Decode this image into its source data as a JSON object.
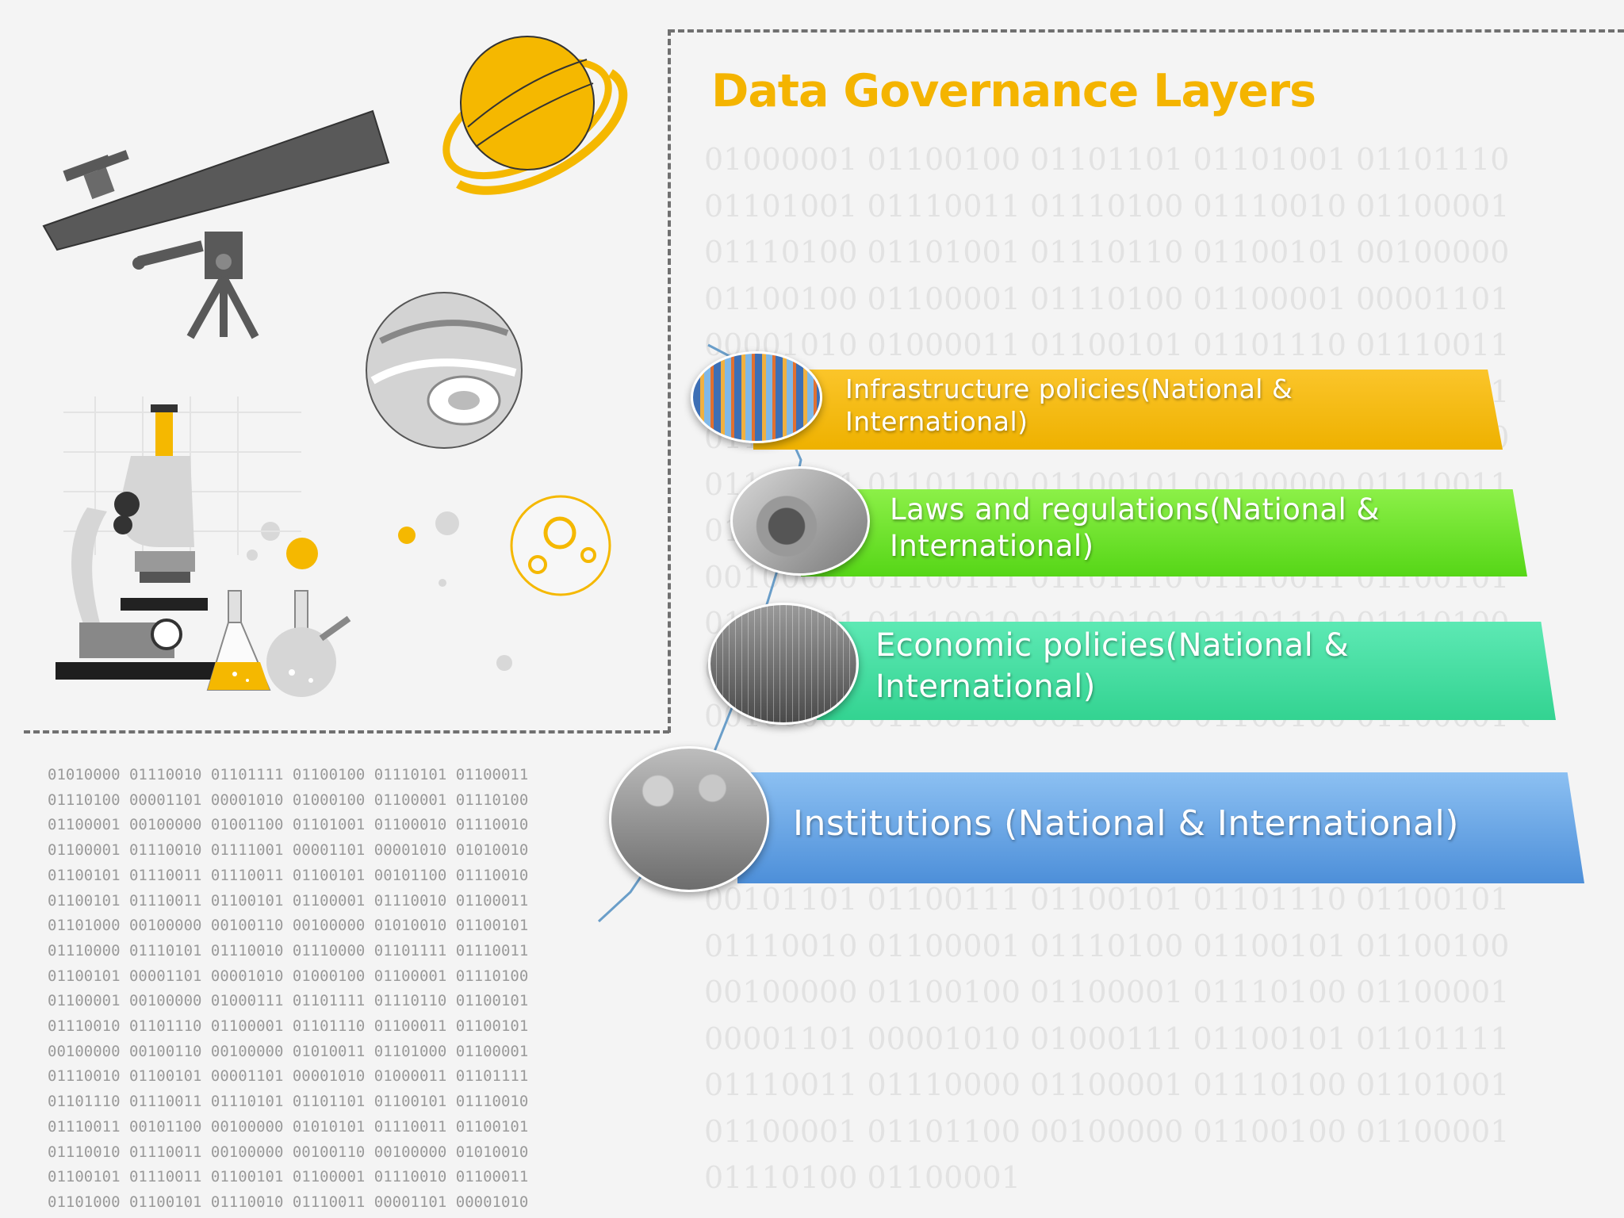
{
  "title": "Data Governance Layers",
  "layers": [
    {
      "label_line1": "Infrastructure policies(National &",
      "label_line2": "International)",
      "color": "#f5b800",
      "image": "city-buildings-icon"
    },
    {
      "label_line1": "Laws and regulations(National &",
      "label_line2": "International)",
      "color": "#66dd22",
      "image": "gavel-icon"
    },
    {
      "label_line1": "Economic policies(National &",
      "label_line2": "International)",
      "color": "#3ddc9c",
      "image": "stock-chart-icon"
    },
    {
      "label_line1": "Institutions (National & International)",
      "label_line2": "",
      "color": "#6aa8ea",
      "image": "people-meeting-icon"
    }
  ],
  "binary_background_top": "01000001 01100100 01101101 01101001 01101110\n01101001 01110011 01110100 01110010 01100001\n01110100 01101001 01110110 01100101 00100000\n01100100 01100001 01110100 01100001 00001101\n00001010 01000011 01100101 01101110 01110011\n01110101 01110011 00100000 01000010 01110101\n01110010 01100101 01100001 01110101 00100000\n01110101 01101100 01100101 00100000 01110011\n01110100 00100000 01000100 01100101 01110000\n00100000 01100111 01101110 01110011 01100101\n01100101 01110010 01100101 01101110 01110100\n01101000 01100001 01110110 01100101 00100000\n00100000 01100100 00100000 01100100 01100001 01110100",
  "binary_background_bottom": "00101101 01100111 01100101 01101110 01100101\n01110010 01100001 01110100 01100101 01100100\n00100000 01100100 01100001 01110100 01100001\n00001101 00001010 01000111 01100101 01101111\n01110011 01110000 01100001 01110100 01101001\n01100001 01101100 00100000 01100100 01100001\n01110100 01100001",
  "binary_left": "01010000 01110010 01101111 01100100 01110101 01100011\n01110100 00001101 00001010 01000100 01100001 01110100\n01100001 00100000 01001100 01101001 01100010 01110010\n01100001 01110010 01111001 00001101 00001010 01010010\n01100101 01110011 01110011 01100101 00101100 01110010\n01100101 01110011 01100101 01100001 01110010 01100011\n01101000 00100000 00100110 00100000 01010010 01100101\n01110000 01110101 01110010 01110000 01101111 01110011\n01100101 00001101 00001010 01000100 01100001 01110100\n01100001 00100000 01000111 01101111 01110110 01100101\n01110010 01101110 01100001 01101110 01100011 01100101\n00100000 00100110 00100000 01010011 01101000 01100001\n01110010 01100101 00001101 00001010 01000011 01101111\n01101110 01110011 01110101 01101101 01100101 01110010\n01110011 00101100 00100000 01010101 01110011 01100101\n01110010 01110011 00100000 00100110 00100000 01010010\n01100101 01110011 01100101 01100001 01110010 01100011\n01101000 01100101 01110010 01110011 00001101 00001010",
  "colors": {
    "accent": "#f5b800",
    "frame": "#707070",
    "icon_gray": "#595959"
  }
}
